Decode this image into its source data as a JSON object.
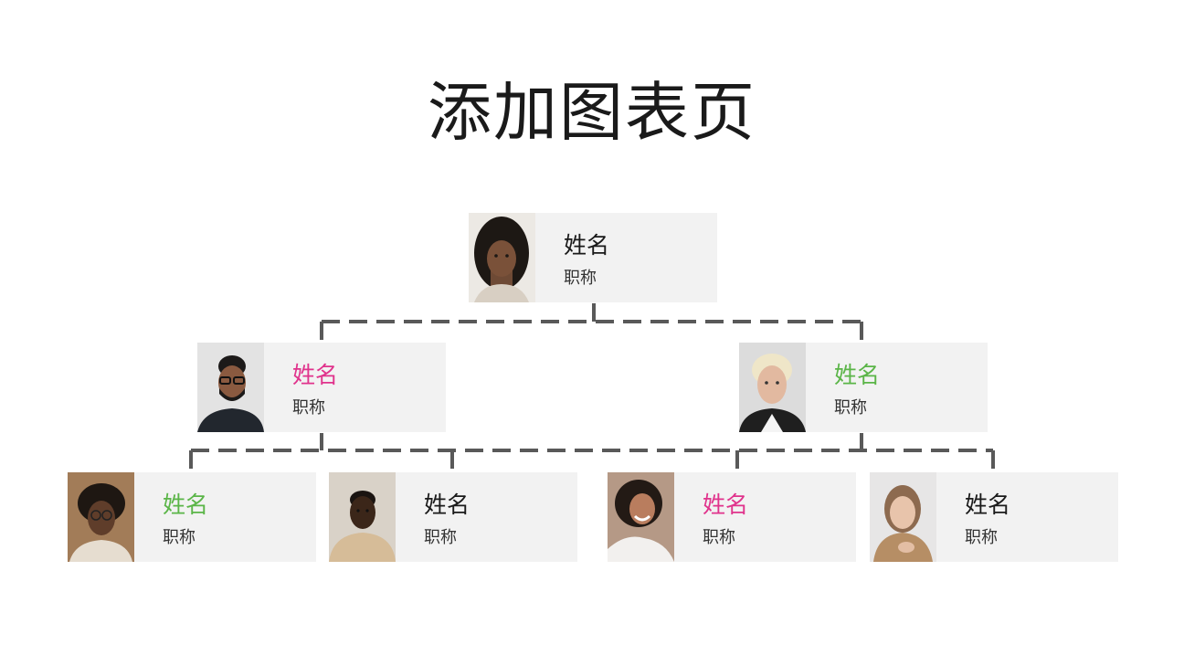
{
  "title": "添加图表页",
  "colors": {
    "black": "#1a1a1a",
    "pink": "#e0338c",
    "green": "#5bb548",
    "connector": "#595959",
    "card_bg": "#f2f2f2"
  },
  "nodes": [
    {
      "name": "姓名",
      "role": "职称",
      "name_color": "black",
      "photo": "woman-curly-hair-portrait"
    },
    {
      "name": "姓名",
      "role": "职称",
      "name_color": "pink",
      "photo": "man-glasses-portrait"
    },
    {
      "name": "姓名",
      "role": "职称",
      "name_color": "green",
      "photo": "woman-blonde-short-hair-portrait"
    },
    {
      "name": "姓名",
      "role": "职称",
      "name_color": "green",
      "photo": "man-afro-glasses-portrait"
    },
    {
      "name": "姓名",
      "role": "职称",
      "name_color": "black",
      "photo": "man-hoodie-portrait"
    },
    {
      "name": "姓名",
      "role": "职称",
      "name_color": "pink",
      "photo": "woman-smiling-curly-portrait"
    },
    {
      "name": "姓名",
      "role": "职称",
      "name_color": "black",
      "photo": "woman-turtleneck-portrait"
    }
  ]
}
